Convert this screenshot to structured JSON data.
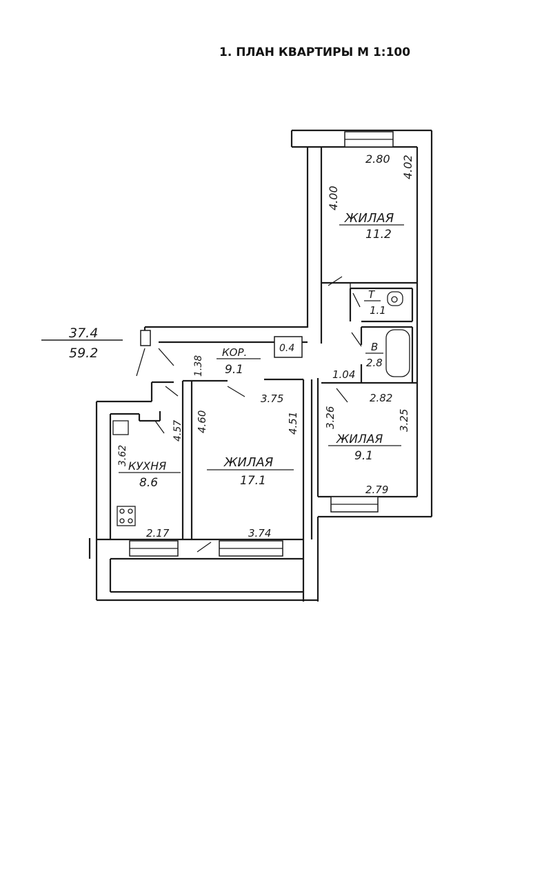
{
  "title": "1. ПЛАН КВАРТИРЫ М 1:100",
  "area_fraction": {
    "living": "37.4",
    "total": "59.2"
  },
  "rooms": {
    "living_top": {
      "label": "ЖИЛАЯ",
      "area": "11.2",
      "width_top": "2.80",
      "height_left": "4.00",
      "height_right": "4.02"
    },
    "toilet": {
      "label": "Т",
      "area": "1.1"
    },
    "bath": {
      "label": "В",
      "area": "2.8",
      "dim": "1.04"
    },
    "corridor": {
      "label": "КОР.",
      "area": "9.1",
      "dim": "1.38"
    },
    "closet": {
      "area": "0.4"
    },
    "living_right": {
      "label": "ЖИЛАЯ",
      "area": "9.1",
      "width_top": "2.82",
      "width_bottom": "2.79",
      "height_left": "3.26",
      "height_right": "3.25"
    },
    "living_center": {
      "label": "ЖИЛАЯ",
      "area": "17.1",
      "width_top": "3.75",
      "width_bottom": "3.74",
      "height_left": "4.60",
      "height_right": "4.51"
    },
    "kitchen": {
      "label": "КУХНЯ",
      "area": "8.6",
      "width_bottom": "2.17",
      "height_left": "3.62",
      "height_right": "4.57"
    }
  }
}
